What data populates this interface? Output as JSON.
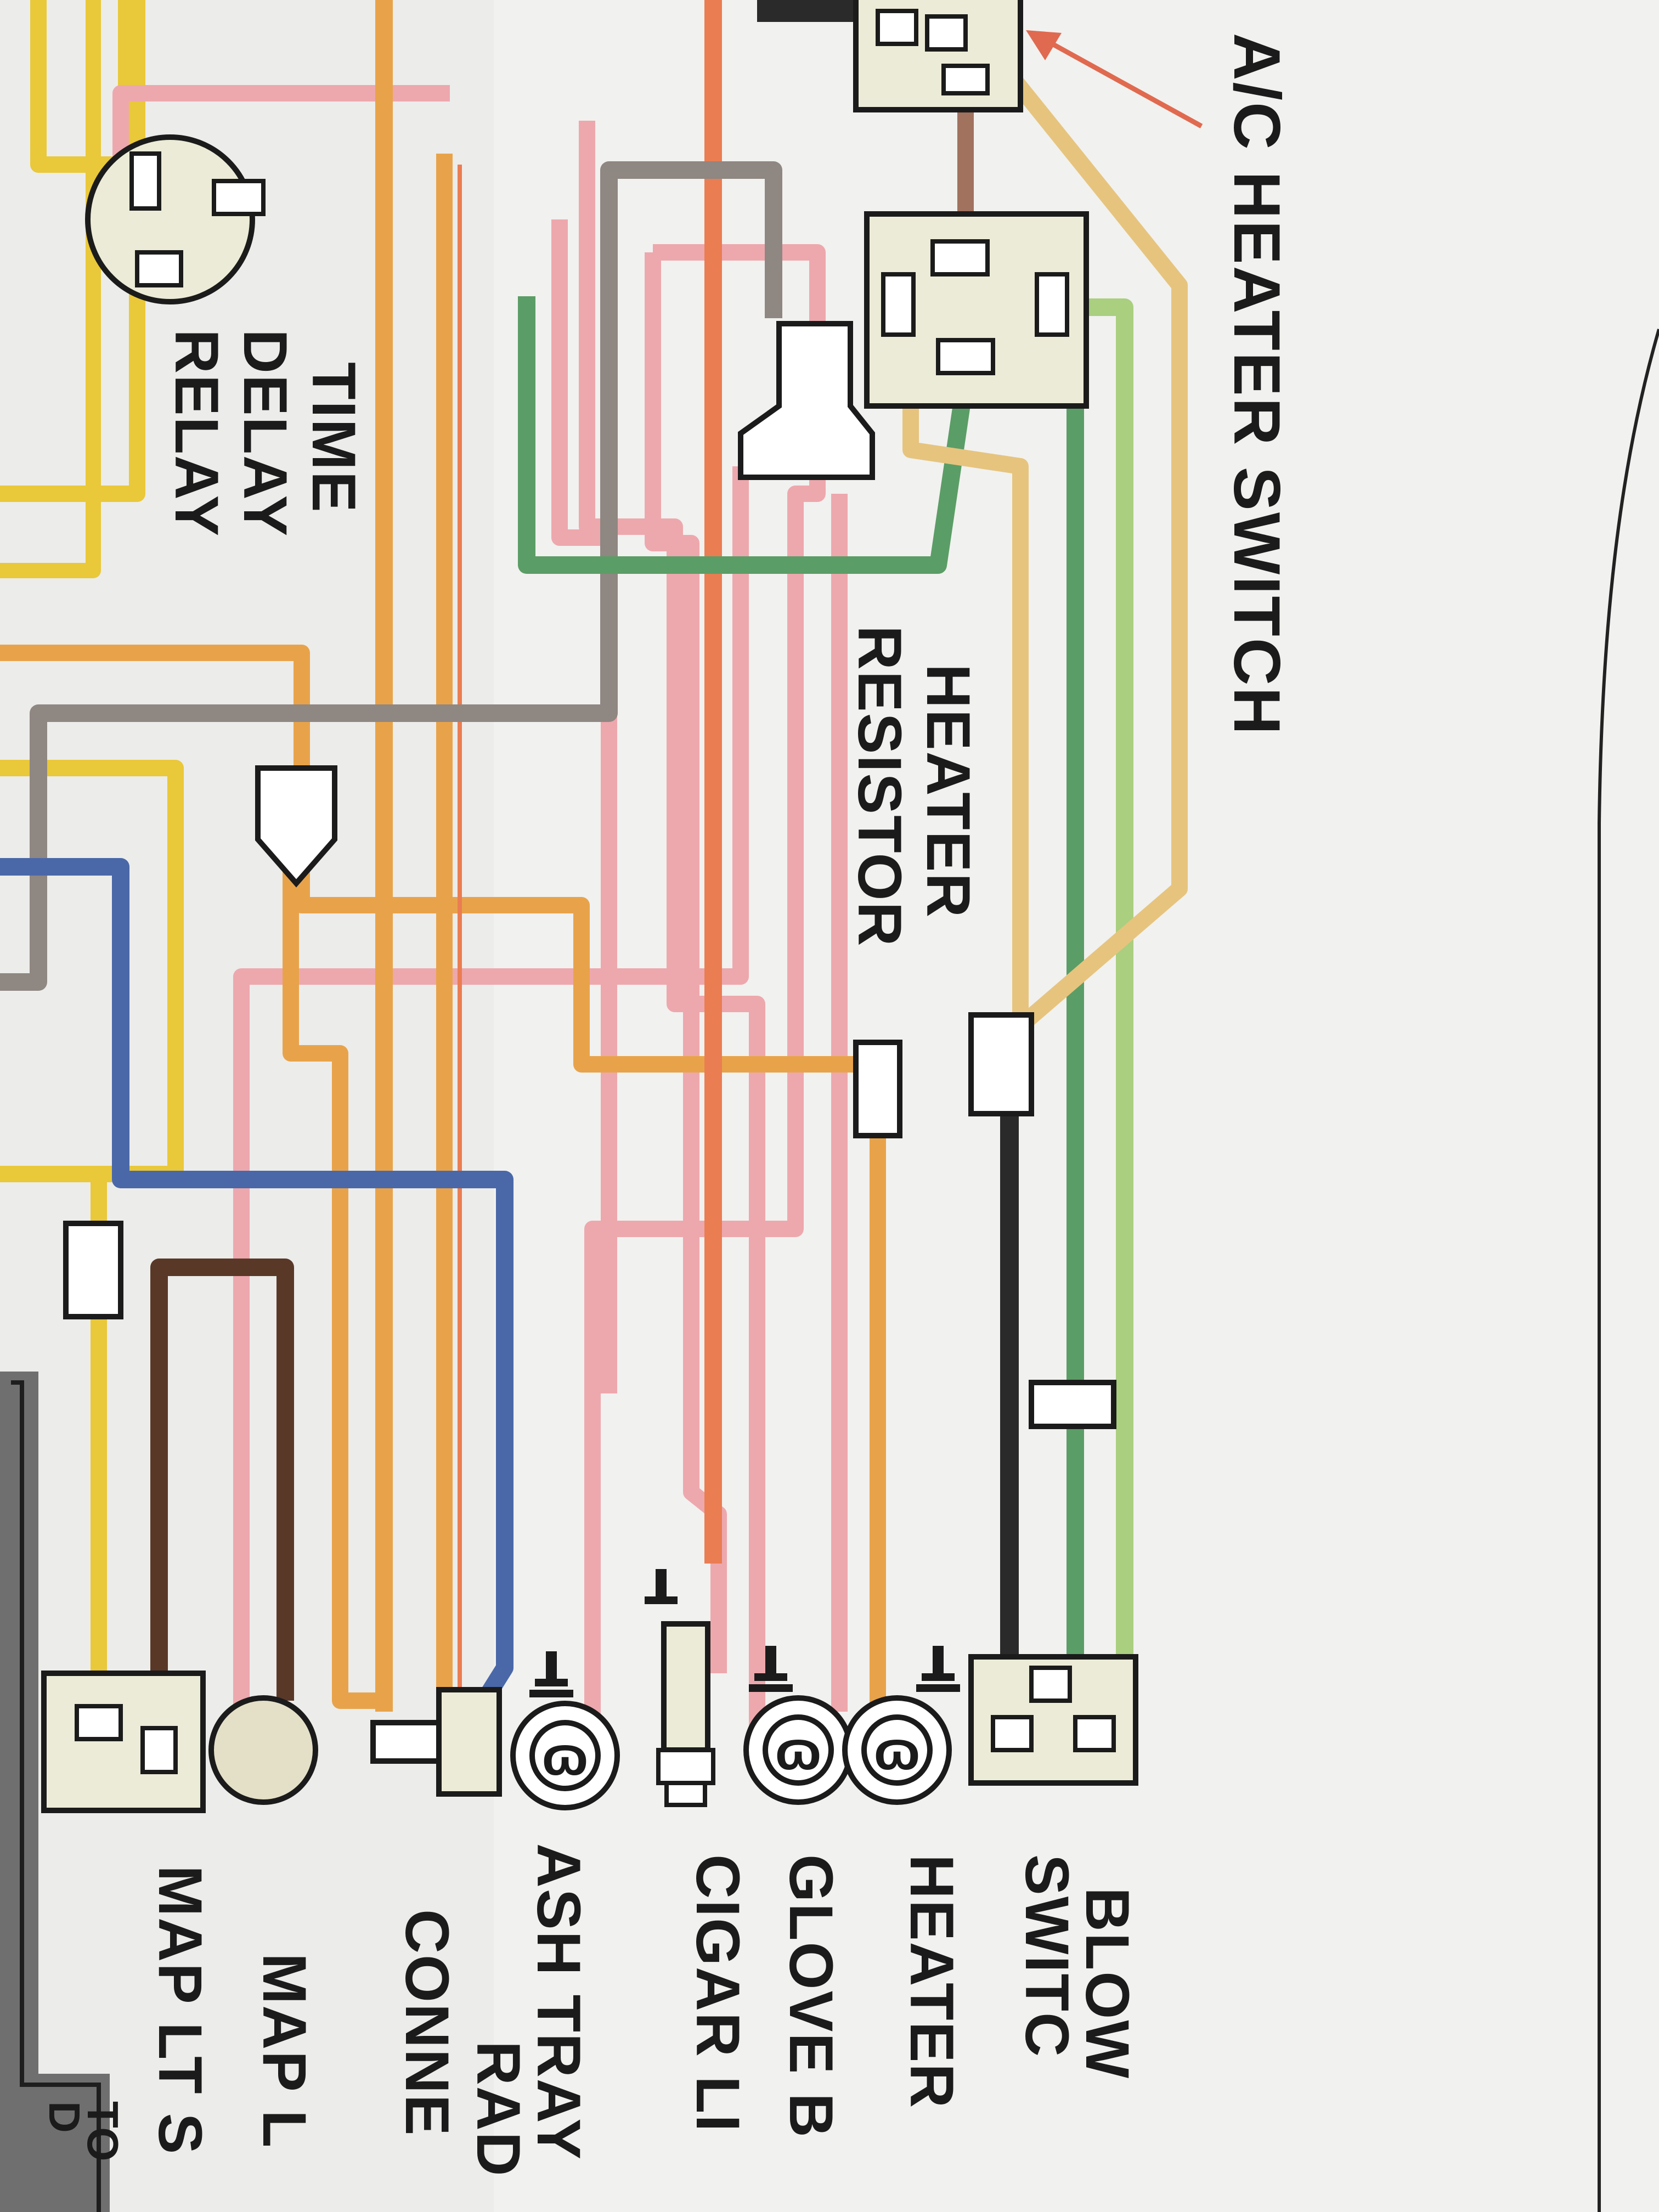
{
  "diagram": {
    "labels": {
      "ac_heater_switch": "A/C HEATER SWITCH",
      "time_delay_relay_line1": "TIME",
      "time_delay_relay_line2": "DELAY",
      "time_delay_relay_line3": "RELAY",
      "heater_resistor_line1": "HEATER",
      "heater_resistor_line2": "RESISTOR",
      "blower_switch_line1": "BLOW",
      "blower_switch_line2": "SWITC",
      "heater_lamp": "HEATER",
      "glove_box": "GLOVE B",
      "cigar_lighter": "CIGAR LI",
      "ash_tray": "ASH TRAY",
      "radio_connector_line1": "RAD",
      "radio_connector_line2": "CONNE",
      "map_light": "MAP L",
      "map_lt_switch": "MAP LT S",
      "to_tag_line1": "TO",
      "to_tag_line2": "D"
    },
    "wire_colors": {
      "yellow": "#e9c83a",
      "pink": "#eda8ad",
      "orange": "#e8a34a",
      "red_orange": "#ea7d52",
      "gray": "#8f8782",
      "dark_green": "#5b9d66",
      "light_green": "#a9cf7f",
      "tan": "#e6c47e",
      "black": "#2a2a2a",
      "brown": "#5a3828",
      "blue": "#4a68a8",
      "light_brown": "#a1725e",
      "arrow_red": "#e06a4f"
    },
    "component_fill": "#ecebd7",
    "paper_color": "#f2f2f0"
  }
}
